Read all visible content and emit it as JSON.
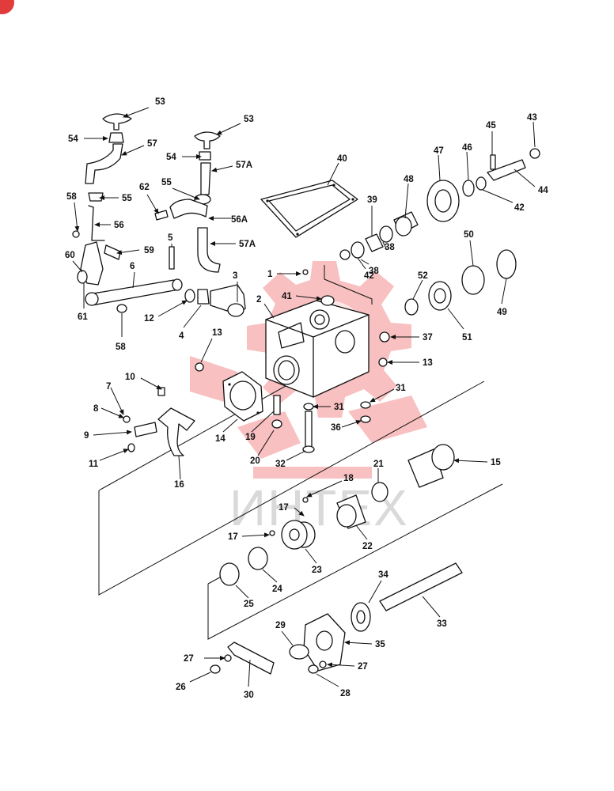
{
  "watermark": {
    "text": "ИНТЕХ",
    "color": "#e83b3b"
  },
  "corner_badge_color": "#e23b3b",
  "callouts": [
    "53",
    "54",
    "57",
    "53",
    "54",
    "57A",
    "55",
    "62",
    "56A",
    "57A",
    "58",
    "55",
    "56",
    "5",
    "59",
    "60",
    "6",
    "3",
    "61",
    "12",
    "58",
    "4",
    "1",
    "2",
    "41",
    "40",
    "39",
    "48",
    "47",
    "46",
    "45",
    "43",
    "44",
    "42",
    "38",
    "42",
    "38",
    "50",
    "52",
    "51",
    "49",
    "37",
    "13",
    "13",
    "10",
    "7",
    "8",
    "9",
    "11",
    "16",
    "14",
    "19",
    "20",
    "31",
    "32",
    "31",
    "36",
    "15",
    "18",
    "21",
    "22",
    "17",
    "17",
    "23",
    "24",
    "25",
    "34",
    "33",
    "29",
    "35",
    "27",
    "27",
    "26",
    "30",
    "28"
  ]
}
